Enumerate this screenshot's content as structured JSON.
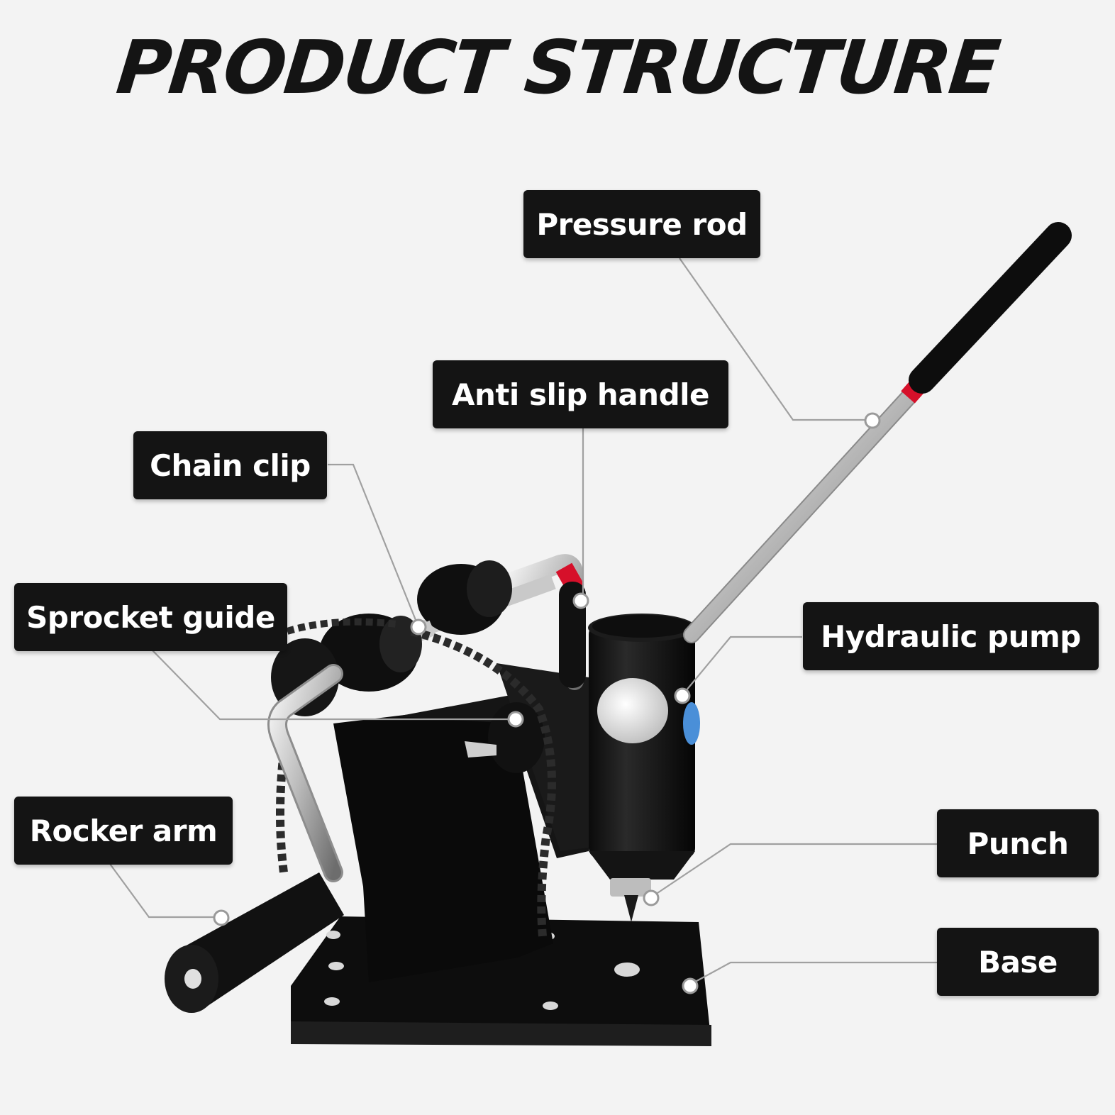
{
  "title": "PRODUCT STRUCTURE",
  "labels": {
    "pressure_rod": "Pressure rod",
    "anti_slip_handle": "Anti slip handle",
    "chain_clip": "Chain clip",
    "sprocket_guide": "Sprocket guide",
    "hydraulic_pump": "Hydraulic pump",
    "rocker_arm": "Rocker arm",
    "punch": "Punch",
    "base": "Base"
  },
  "colors": {
    "background": "#f3f3f3",
    "label_bg": "#141414",
    "label_text": "#ffffff",
    "leader_line": "#a0a0a0",
    "accent_red": "#d6102a"
  }
}
